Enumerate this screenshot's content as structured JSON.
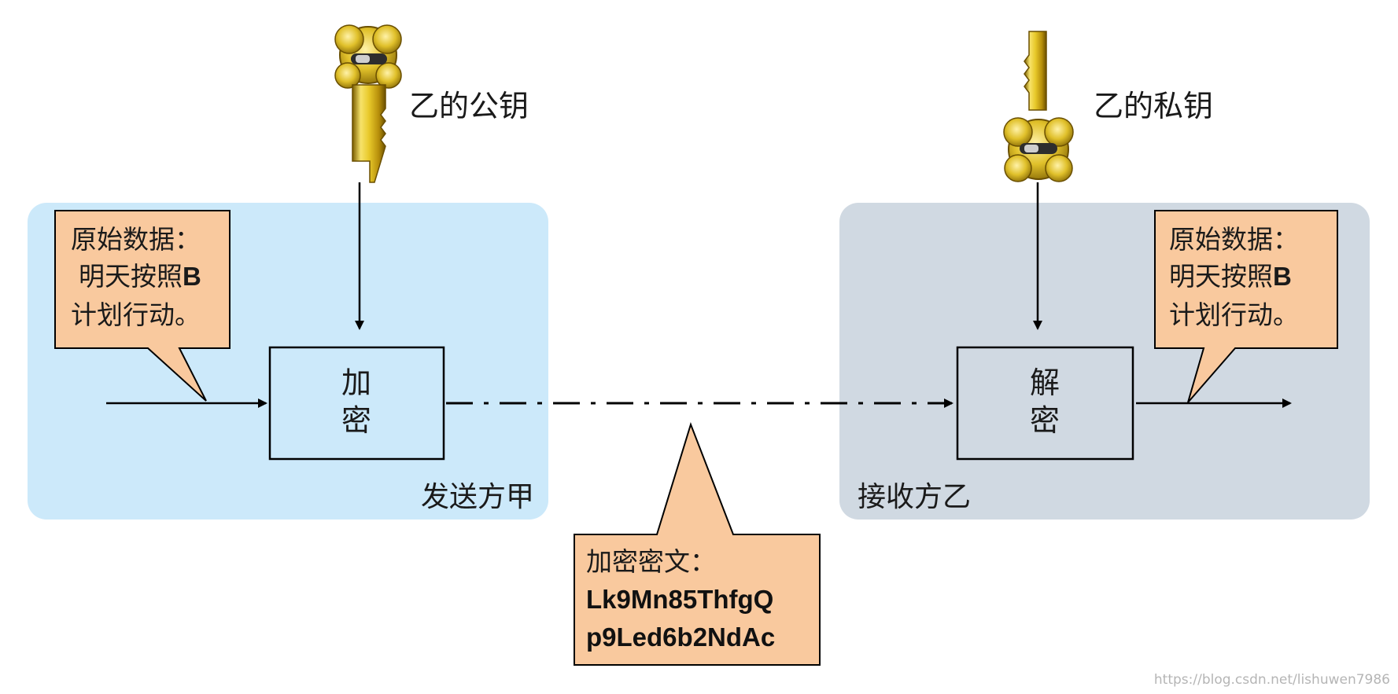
{
  "sender": {
    "region_label": "发送方甲"
  },
  "receiver": {
    "region_label": "接收方乙"
  },
  "public_key": {
    "label": "乙的公钥",
    "icon": "key-icon"
  },
  "private_key": {
    "label": "乙的私钥",
    "icon": "key-icon"
  },
  "encrypt_box": {
    "line1": "加",
    "line2": "密"
  },
  "decrypt_box": {
    "line1": "解",
    "line2": "密"
  },
  "original_data_left": {
    "line1": "原始数据：",
    "line2_text": "明天按照",
    "line2_bold": "B",
    "line3": "计划行动。"
  },
  "original_data_right": {
    "line1": "原始数据：",
    "line2_text": "明天按照",
    "line2_bold": "B",
    "line3": "计划行动。"
  },
  "ciphertext": {
    "title": "加密密文：",
    "code_line1": "Lk9Mn85ThfgQ",
    "code_line2": "p9Led6b2NdAc"
  },
  "watermark": "https://blog.csdn.net/lishuwen7986",
  "colors": {
    "sender_bg": "#cce9fa",
    "receiver_bg": "#d0d9e2",
    "box_fill": "#cce9fa",
    "decrypt_fill": "#d0d9e2",
    "callout_fill": "#f9c99e",
    "line": "#000000",
    "key_gold": "#e8c92a"
  }
}
